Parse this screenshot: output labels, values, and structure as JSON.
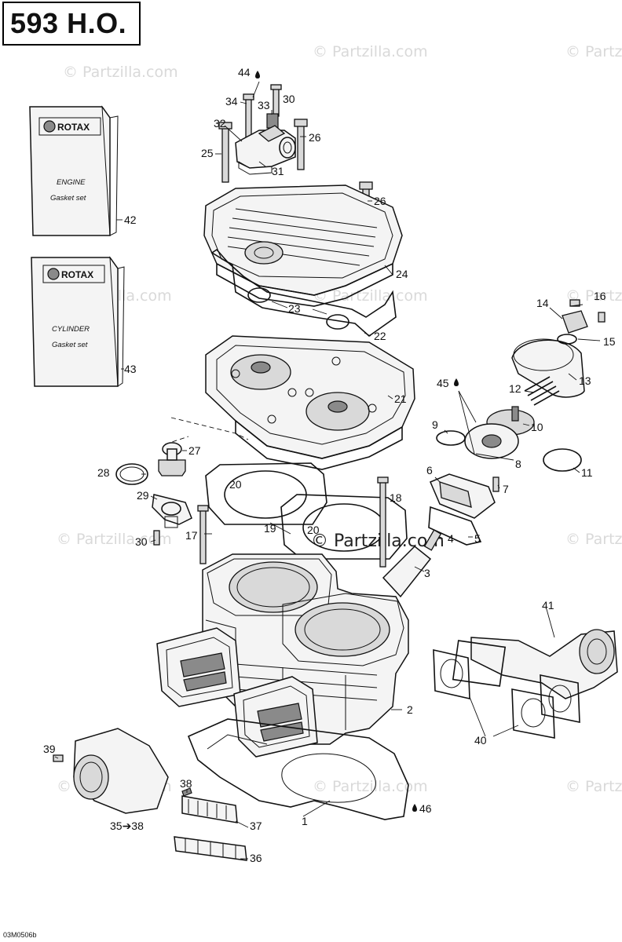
{
  "title": "593 H.O.",
  "diagram_code": "03M0506b",
  "watermark": "© Partzilla.com",
  "booklets": {
    "engine": {
      "brand": "ROTAX",
      "line1": "ENGINE",
      "line2": "Gasket set",
      "ref": "42"
    },
    "cylinder": {
      "brand": "ROTAX",
      "line1": "CYLINDER",
      "line2": "Gasket set",
      "ref": "43"
    }
  },
  "callouts": {
    "c1": "1",
    "c2": "2",
    "c3": "3",
    "c4": "4",
    "c5": "5",
    "c6": "6",
    "c7": "7",
    "c8": "8",
    "c9": "9",
    "c10": "10",
    "c11": "11",
    "c12": "12",
    "c13": "13",
    "c14": "14",
    "c15": "15",
    "c16": "16",
    "c17": "17",
    "c18": "18",
    "c19": "19",
    "c20a": "20",
    "c20b": "20",
    "c21": "21",
    "c22": "22",
    "c23": "23",
    "c24": "24",
    "c25": "25",
    "c26a": "26",
    "c26b": "26",
    "c27": "27",
    "c28": "28",
    "c29": "29",
    "c30a": "30",
    "c30b": "30",
    "c31": "31",
    "c32": "32",
    "c33": "33",
    "c34": "34",
    "c36": "36",
    "c37": "37",
    "c38": "38",
    "c39": "39",
    "c40": "40",
    "c41": "41",
    "c44": "44",
    "c45": "45",
    "c46": "46",
    "c35to38": "35➔38"
  }
}
